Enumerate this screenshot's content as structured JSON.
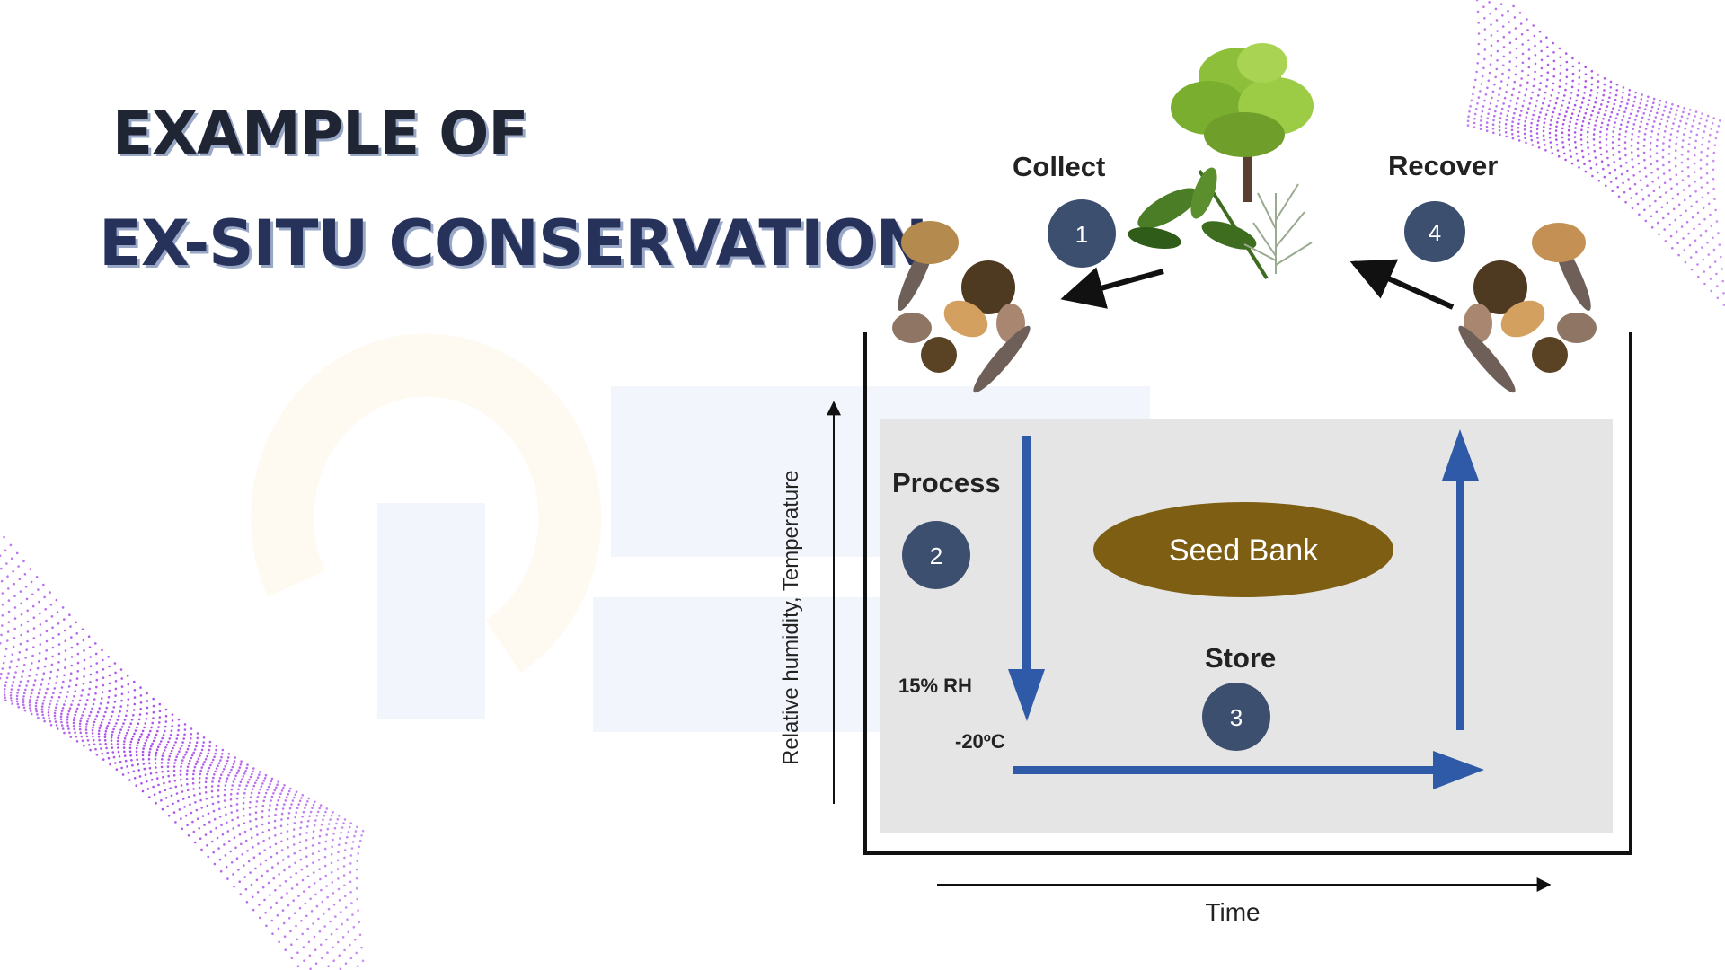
{
  "slide": {
    "title_line1": "EXAMPLE OF",
    "title_line2": "EX-SITU CONSERVATION"
  },
  "diagram": {
    "labels": {
      "collect": "Collect",
      "recover": "Recover",
      "process": "Process",
      "store": "Store",
      "seed_bank": "Seed Bank",
      "rh": "15% RH",
      "temp": "-20ºC",
      "y_axis": "Relative humidity, Temperature",
      "x_axis": "Time"
    },
    "steps": [
      "1",
      "2",
      "3",
      "4"
    ],
    "colors": {
      "arrow_blue": "#2f5aa8",
      "step_circle": "#3d4f6e",
      "seed_bank": "#7d5e12",
      "panel_gray": "#e5e5e5",
      "title_dark": "#1f2533",
      "title_navy": "#27325a",
      "dot_purple": "#a646e8"
    },
    "icons": [
      "tree-icon",
      "leaf-branch-icon",
      "seeds-icon",
      "watermark-logo"
    ]
  }
}
